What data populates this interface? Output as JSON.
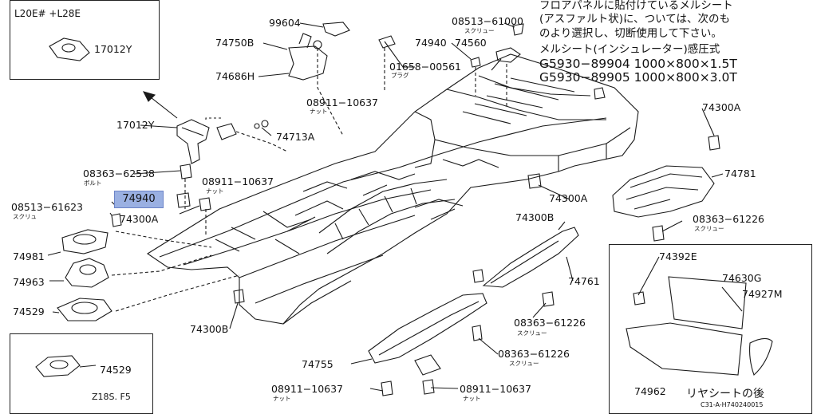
{
  "header_box": {
    "title": "L20E# +L28E",
    "part": "17012Y"
  },
  "bottom_left_box": {
    "part": "74529",
    "caption": "Z18S. F5"
  },
  "rear_seat_box": {
    "parts": [
      "74392E",
      "74630G",
      "74927M",
      "74962"
    ],
    "caption": "リヤシートの後"
  },
  "notes": [
    "フロアパネルに貼付けているメルシート",
    "(アスファルト状)に、ついては、次のも",
    "のより選択し、切断使用して下さい。",
    "メルシート(インシュレーター)感圧式",
    "G5930−89904 1000×800×1.5T",
    "G5930−89905 1000×800×3.0T"
  ],
  "highlighted_part": "74940",
  "labels": {
    "p99604": "99604",
    "p74750B": "74750B",
    "p74686H": "74686H",
    "p08911_10637_a": "08911−10637",
    "nut_a": "ナット",
    "p08513_61000": "08513−61000",
    "screw_a": "スクリュー",
    "p74940_top": "74940",
    "p74560": "74560",
    "p01658_00561": "01658−00561",
    "plug": "プラグ",
    "p17012Y": "17012Y",
    "p74713A": "74713A",
    "p08363_62538": "08363−62538",
    "bolt": "ボルト",
    "p08911_10637_b": "08911−10637",
    "nut_b": "ナット",
    "p08513_61623": "08513−61623",
    "screw_b": "スクリュ",
    "p74300A_left": "74300A",
    "p74981": "74981",
    "p74963": "74963",
    "p74529": "74529",
    "p74300A_right_top": "74300A",
    "p74781": "74781",
    "p74300A_mid": "74300A",
    "p74300B_right": "74300B",
    "p08363_61226_a": "08363−61226",
    "screw_c": "スクリュー",
    "p74761": "74761",
    "p74300B_left": "74300B",
    "p08363_61226_b": "08363−61226",
    "screw_d": "スクリュー",
    "p08363_61226_c": "08363−61226",
    "screw_e": "スクリュー",
    "p74755": "74755",
    "p08911_10637_c": "08911−10637",
    "nut_c": "ナット",
    "p08911_10637_d": "08911−10637",
    "nut_d": "ナット",
    "ref_code": "C31-A-H740240015"
  }
}
